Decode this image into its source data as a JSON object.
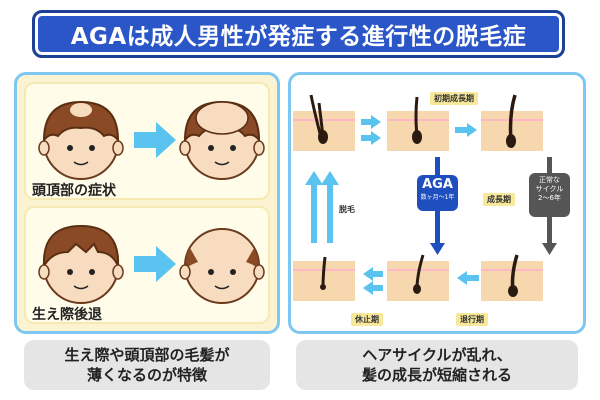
{
  "title": "AGAは成人男性が発症する進行性の脱毛症",
  "left_panel": {
    "top_label": "頭頂部の症状",
    "bottom_label": "生え際後退",
    "caption_line1": "生え際や頭頂部の毛髪が",
    "caption_line2": "薄くなるのが特徴"
  },
  "right_panel": {
    "stage_early_growth": "初期成長期",
    "stage_growth": "成長期",
    "stage_regression": "退行期",
    "stage_rest": "休止期",
    "stage_shedding": "脱毛",
    "aga_title": "AGA",
    "aga_sub": "数ヶ月～1年",
    "normal_title_1": "正常な",
    "normal_title_2": "サイクル",
    "normal_sub": "2～6年",
    "caption_line1": "ヘアサイクルが乱れ、",
    "caption_line2": "髪の成長が短縮される"
  },
  "colors": {
    "title_blue": "#2a56c8",
    "panel_border": "#7dc7f0",
    "arrow_blue": "#5bc3f0",
    "aga_blue": "#1f4fbf",
    "normal_gray": "#555555",
    "hair_brown": "#8a4a25",
    "skin": "#f6d7ae"
  }
}
